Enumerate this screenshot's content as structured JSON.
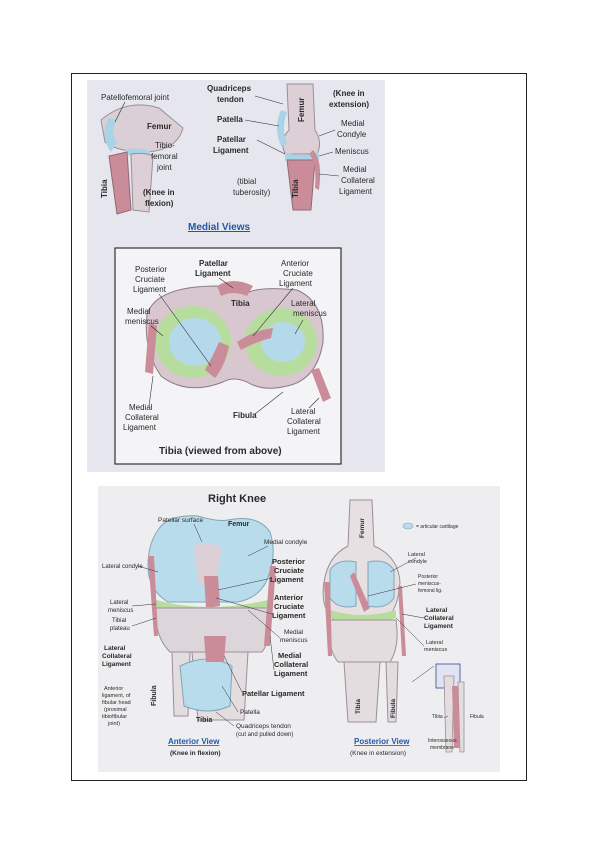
{
  "medial": {
    "patellofemoral_joint": "Patellofemoral joint",
    "femur": "Femur",
    "tibiofemoral_1": "Tibio-",
    "tibiofemoral_2": "femoral",
    "tibiofemoral_3": "joint",
    "tibia": "Tibia",
    "knee_flexion_1": "(Knee in",
    "knee_flexion_2": "flexion)",
    "quadriceps_1": "Quadriceps",
    "quadriceps_2": "tendon",
    "patella": "Patella",
    "patellar_lig_1": "Patellar",
    "patellar_lig_2": "Ligament",
    "tibial_tub_1": "(tibial",
    "tibial_tub_2": "tuberosity)",
    "knee_ext_1": "(Knee in",
    "knee_ext_2": "extension)",
    "medial_condyle_1": "Medial",
    "medial_condyle_2": "Condyle",
    "meniscus": "Meniscus",
    "mcl_1": "Medial",
    "mcl_2": "Collateral",
    "mcl_3": "Ligament",
    "femur_vertical": "Femur",
    "tibia_vertical": "Tibia",
    "title": "Medial Views"
  },
  "above": {
    "pcl_1": "Posterior",
    "pcl_2": "Cruciate",
    "pcl_3": "Ligament",
    "patlig_1": "Patellar",
    "patlig_2": "Ligament",
    "acl_1": "Anterior",
    "acl_2": "Cruciate",
    "acl_3": "Ligament",
    "tibia": "Tibia",
    "lat_men_1": "Lateral",
    "lat_men_2": "meniscus",
    "med_men_1": "Medial",
    "med_men_2": "meniscus",
    "mcl_1": "Medial",
    "mcl_2": "Collateral",
    "mcl_3": "Ligament",
    "fibula": "Fibula",
    "lcl_1": "Lateral",
    "lcl_2": "Collateral",
    "lcl_3": "Ligament",
    "title": "Tibia  (viewed from above)"
  },
  "right": {
    "title": "Right Knee",
    "patellar_surface": "Patellar surface",
    "femur": "Femur",
    "lateral_condyle": "Lateral condyle",
    "medial_condyle": "Medial condyle",
    "lateral_meniscus_1": "Lateral",
    "lateral_meniscus_2": "meniscus",
    "tibial_plateau_1": "Tibial",
    "tibial_plateau_2": "plateau",
    "lcl_1": "Lateral",
    "lcl_2": "Collateral",
    "lcl_3": "Ligament",
    "anterior_lig_1": "Anterior",
    "anterior_lig_2": "ligament, of",
    "anterior_lig_3": "fibular head",
    "anterior_lig_4": "(proximal",
    "anterior_lig_5": "tibiofibular",
    "anterior_lig_6": "joint)",
    "pcl_1": "Posterior",
    "pcl_2": "Cruciate",
    "pcl_3": "Ligament",
    "acl_1": "Anterior",
    "acl_2": "Cruciate",
    "acl_3": "Ligament",
    "medial_meniscus_1": "Medial",
    "medial_meniscus_2": "meniscus",
    "mcl_1": "Medial",
    "mcl_2": "Collateral",
    "mcl_3": "Ligament",
    "patellar_ligament": "Patellar Ligament",
    "patella": "Patella",
    "quad_1": "Quadriceps tendon",
    "quad_2": "(cut and pulled down)",
    "fibula": "Fibula",
    "tibia": "Tibia",
    "anterior_view": "Anterior View",
    "knee_flexion": "(Knee in flexion)",
    "articular_cartilage": "= articular cartilage",
    "femur_post": "Femur",
    "lat_condyle_post_1": "Lateral",
    "lat_condyle_post_2": "condyle",
    "posterior_mf_1": "Posterior",
    "posterior_mf_2": "meniscus-",
    "posterior_mf_3": "femoral lig.",
    "lcl_post_1": "Lateral",
    "lcl_post_2": "Collateral",
    "lcl_post_3": "Ligament",
    "lat_meniscus_post_1": "Lateral",
    "lat_meniscus_post_2": "meniscus",
    "tibia_post": "Tibia",
    "fibula_post": "Fibula",
    "tibia_small": "Tibia",
    "fibula_small": "Fibula",
    "interosseous_1": "Interosseous",
    "interosseous_2": "membrane",
    "posterior_view": "Posterior View",
    "knee_extension": "(Knee in extension)"
  }
}
